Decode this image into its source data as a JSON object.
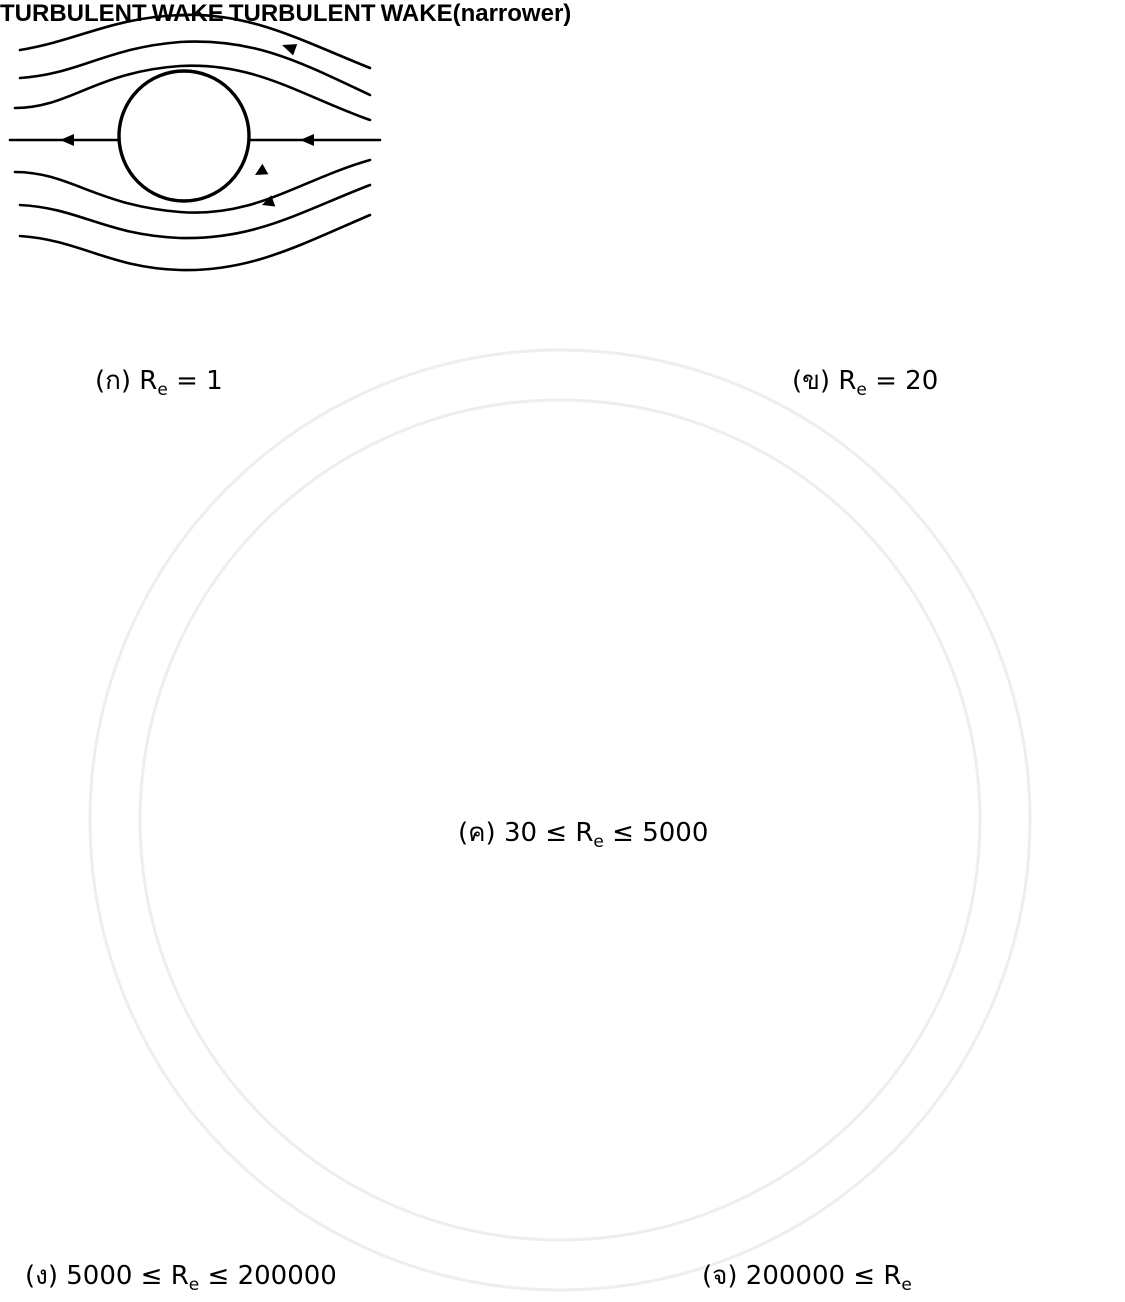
{
  "captions": {
    "a": {
      "prefix": "(ก) R",
      "sub": "e",
      "suffix": " = 1"
    },
    "b": {
      "prefix": "(ข) R",
      "sub": "e",
      "suffix": " = 20"
    },
    "c": {
      "prefix": "(ค) 30 ≤ R",
      "sub": "e",
      "suffix": " ≤ 5000"
    },
    "d": {
      "prefix": "(ง) 5000 ≤ R",
      "sub": "e",
      "suffix": " ≤ 200000"
    },
    "e": {
      "prefix": "(จ) 200000 ≤ R",
      "sub": "e",
      "suffix": ""
    }
  },
  "labels": {
    "d_line1": "TURBULENT",
    "d_line2": "WAKE",
    "e_line1": "TURBULENT",
    "e_line2": "WAKE(narrower)"
  }
}
